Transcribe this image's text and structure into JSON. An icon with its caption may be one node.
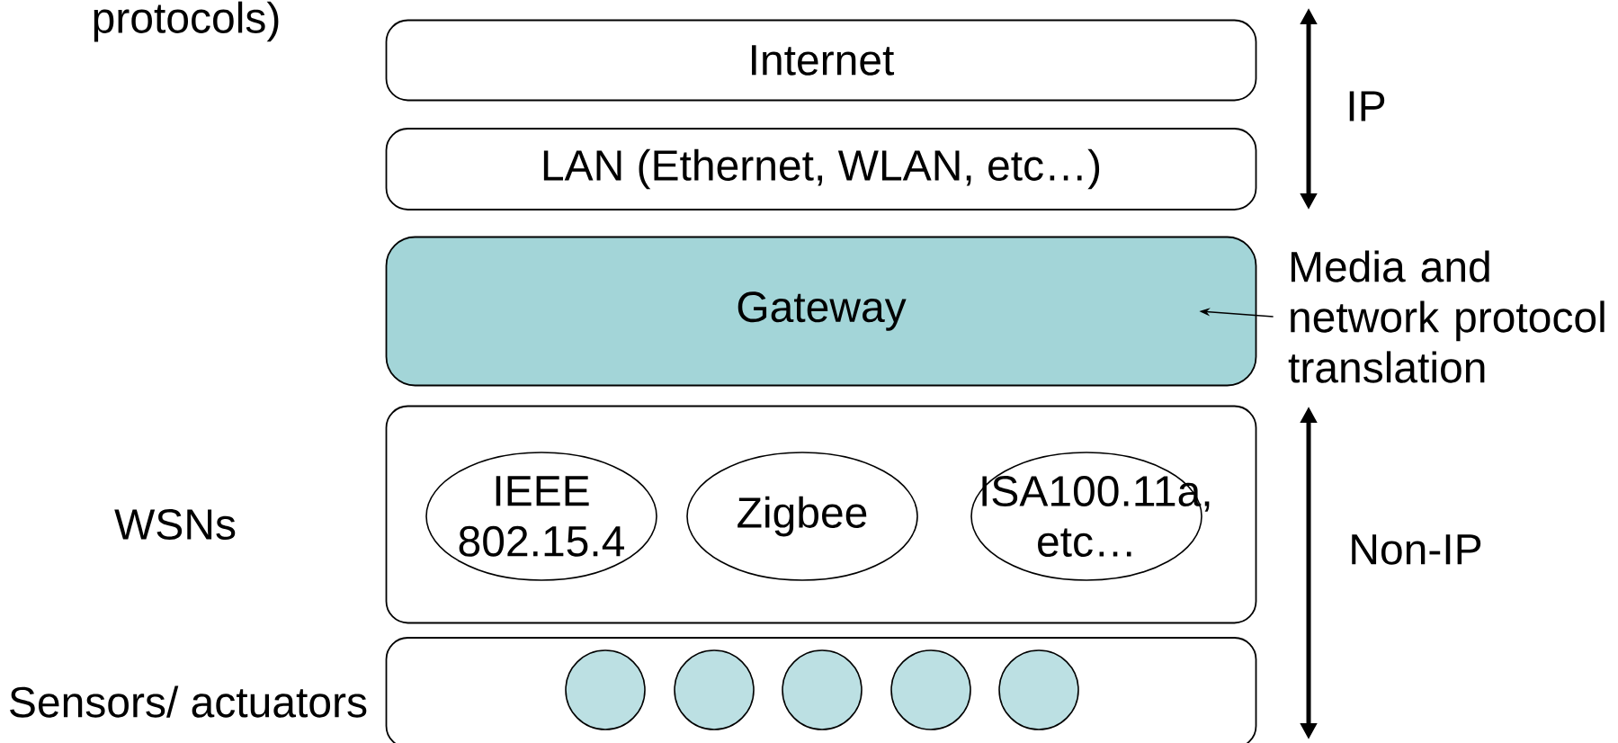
{
  "diagram": {
    "nodes": [
      {
        "text": [
          "Internet"
        ]
      },
      {
        "text": [
          "LAN (Ethernet, WLAN, etc…)"
        ]
      },
      {
        "text": [
          "Gateway"
        ]
      },
      {
        "text": [],
        "shape": "box"
      },
      {
        "text": [
          "IEEE 802.15.4"
        ],
        "in": 3
      },
      {
        "text": [
          "Zigbee"
        ],
        "in": 3
      },
      {
        "text": [
          "ISA100.11a, etc…"
        ],
        "in": 3
      },
      {
        "text": [],
        "shape": "box",
        "beside": [
          "Sensors/ actuators"
        ]
      },
      {
        "text": [],
        "shape": "circle",
        "in": 7
      },
      {
        "text": [],
        "shape": "circle",
        "in": 7
      },
      {
        "text": [],
        "shape": "circle",
        "in": 7
      },
      {
        "text": [],
        "shape": "circle",
        "in": 7
      },
      {
        "text": [],
        "shape": "circle",
        "in": 7
      },
      {
        "text": [
          "Media and network protocol translation"
        ]
      }
    ],
    "edges": [
      {
        "from": 13,
        "to": 2,
        "arrow": "to"
      }
    ],
    "labels": [
      "protocols)",
      "IP",
      "WSNs",
      "Non-IP"
    ]
  }
}
